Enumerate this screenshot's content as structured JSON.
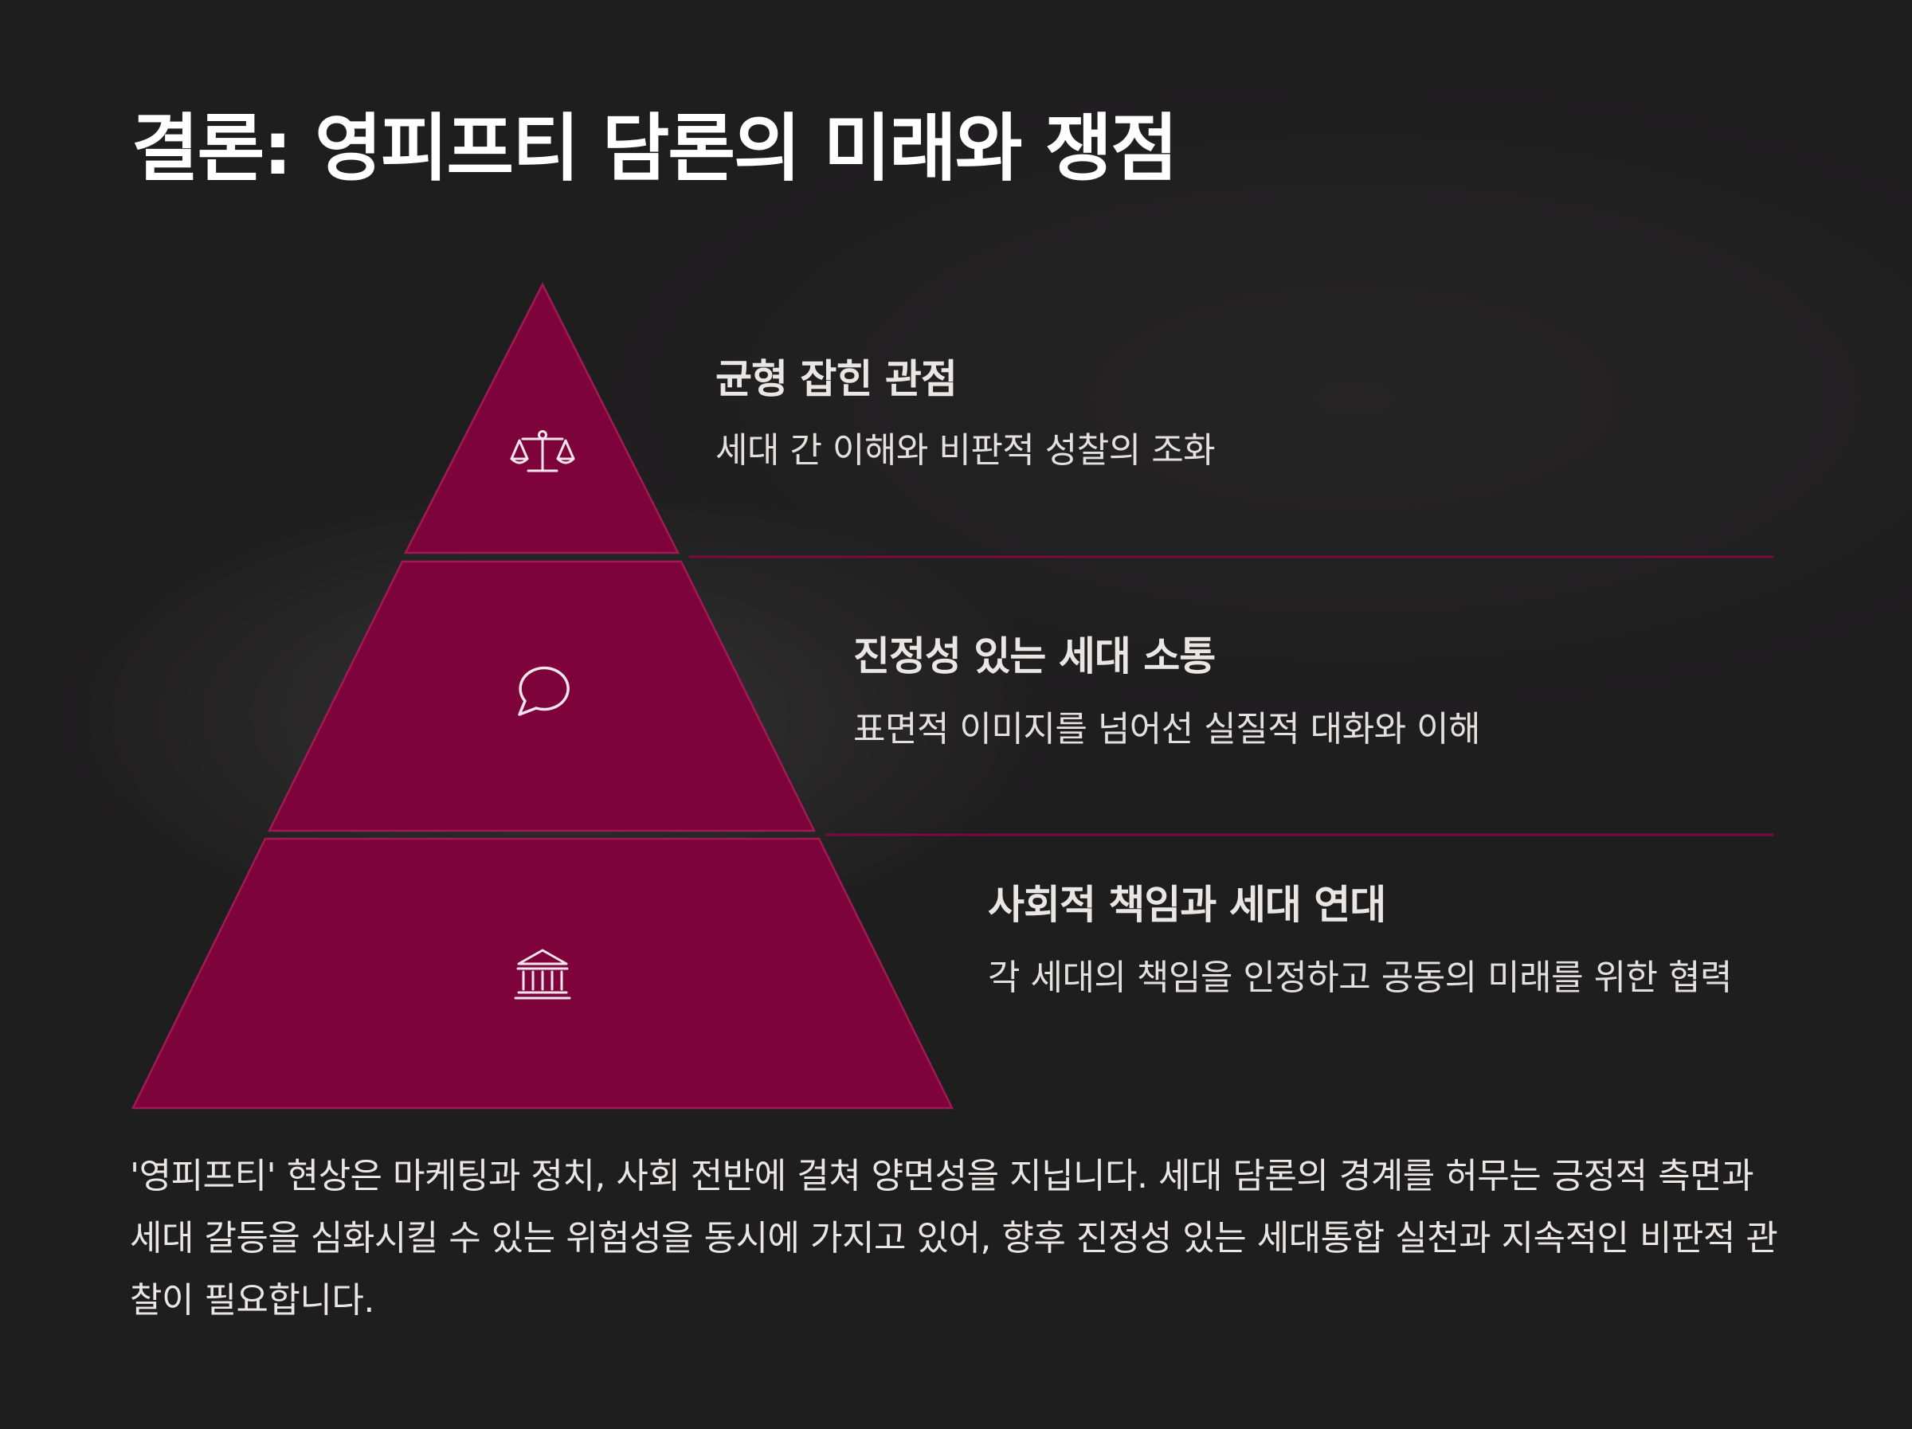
{
  "title": "결론: 영피프티 담론의 미래와 쟁점",
  "colors": {
    "background": "#1f1e1f",
    "tier_fill": "#7d033a",
    "tier_stroke": "#a01a55",
    "divider": "#7d0a3c"
  },
  "tiers": [
    {
      "icon": "balance-scale-icon",
      "title": "균형 잡힌 관점",
      "description": "세대 간 이해와 비판적 성찰의 조화"
    },
    {
      "icon": "speech-bubble-icon",
      "title": "진정성 있는 세대 소통",
      "description": "표면적 이미지를 넘어선 실질적 대화와 이해"
    },
    {
      "icon": "institution-icon",
      "title": "사회적 책임과 세대 연대",
      "description": "각 세대의 책임을 인정하고 공동의 미래를 위한 협력"
    }
  ],
  "footer": "'영피프티' 현상은 마케팅과 정치, 사회 전반에 걸쳐 양면성을 지닙니다. 세대 담론의 경계를 허무는 긍정적 측면과 세대 갈등을 심화시킬 수 있는 위험성을 동시에 가지고 있어, 향후 진정성 있는 세대통합 실천과 지속적인 비판적 관찰이 필요합니다."
}
